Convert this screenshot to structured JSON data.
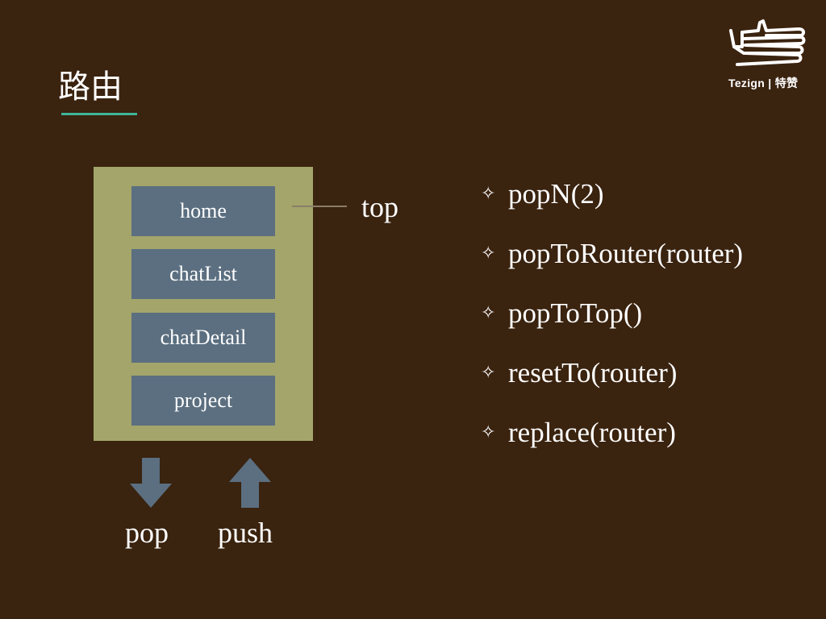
{
  "header": {
    "title": "路由"
  },
  "logo": {
    "text": "Tezign | 特赞"
  },
  "stack": {
    "items": [
      "home",
      "chatList",
      "chatDetail",
      "project"
    ],
    "top_label": "top"
  },
  "actions": {
    "pop_label": "pop",
    "push_label": "push"
  },
  "methods": {
    "bullet": "✧",
    "items": [
      "popN(2)",
      "popToRouter(router)",
      "popToTop()",
      "resetTo(router)",
      "replace(router)"
    ]
  },
  "colors": {
    "background": "#3a230f",
    "stack_container": "#a3a56a",
    "stack_item": "#5b6f80",
    "arrow": "#5b6f80",
    "title_underline": "#3fb59a"
  },
  "icons": {
    "pop_arrow": "arrow-down-icon",
    "push_arrow": "arrow-up-icon",
    "logo": "thumbs-up-icon"
  }
}
